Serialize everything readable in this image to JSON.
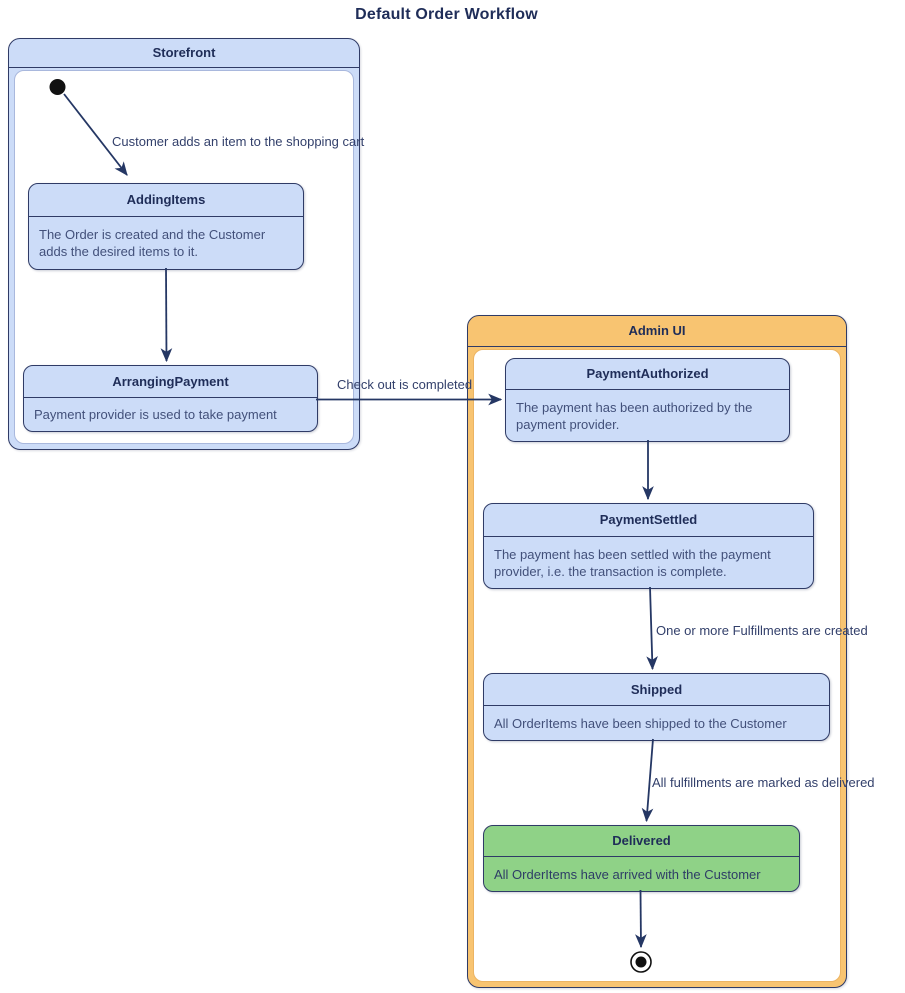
{
  "diagram": {
    "title": "Default Order Workflow",
    "type": "state-diagram"
  },
  "colors": {
    "state_fill": "#ccdcf8",
    "state_border": "#2f3b66",
    "storefront_fill": "#ccdcf8",
    "admin_fill": "#f8c471",
    "delivered_fill": "#8fd287",
    "arrow": "#253764",
    "title_text": "#1f2d58",
    "body_text": "#42507a",
    "label_text": "#33406b",
    "terminal": "#111111"
  },
  "containers": {
    "storefront": {
      "label": "Storefront"
    },
    "admin": {
      "label": "Admin UI"
    }
  },
  "states": {
    "addingItems": {
      "name": "AddingItems",
      "description": "The Order is created and the Customer adds the desired items to it."
    },
    "arrangingPayment": {
      "name": "ArrangingPayment",
      "description": "Payment provider is used to take payment"
    },
    "paymentAuthorized": {
      "name": "PaymentAuthorized",
      "description": "The payment has been authorized by the payment provider."
    },
    "paymentSettled": {
      "name": "PaymentSettled",
      "description": "The payment has been settled with the payment provider, i.e. the transaction is complete."
    },
    "shipped": {
      "name": "Shipped",
      "description": "All OrderItems have been shipped to the Customer"
    },
    "delivered": {
      "name": "Delivered",
      "description": "All OrderItems have arrived with the Customer"
    }
  },
  "transitions": {
    "addItem": {
      "from": "initial",
      "to": "AddingItems",
      "label": "Customer adds an item to the shopping cart"
    },
    "checkout": {
      "from": "ArrangingPayment",
      "to": "PaymentAuthorized",
      "label": "Check out is completed"
    },
    "toArranging": {
      "from": "AddingItems",
      "to": "ArrangingPayment",
      "label": ""
    },
    "toSettled": {
      "from": "PaymentAuthorized",
      "to": "PaymentSettled",
      "label": ""
    },
    "fulfillments": {
      "from": "PaymentSettled",
      "to": "Shipped",
      "label": "One or more Fulfillments are created"
    },
    "markedDelivered": {
      "from": "Shipped",
      "to": "Delivered",
      "label": "All fulfillments are marked as delivered"
    },
    "toFinal": {
      "from": "Delivered",
      "to": "final",
      "label": ""
    }
  }
}
